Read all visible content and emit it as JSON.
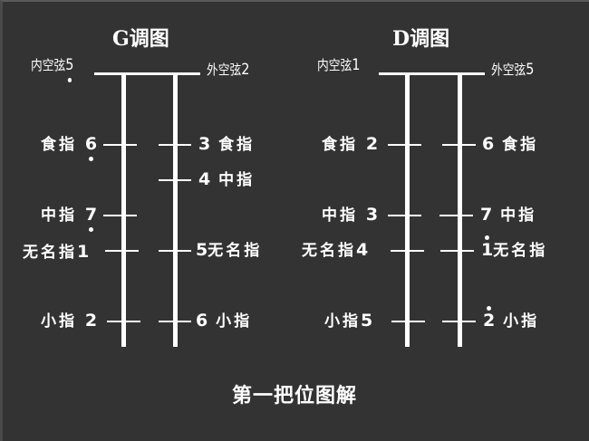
{
  "diagrams": {
    "g": {
      "title": "G调图",
      "open_inner": {
        "text": "内空弦",
        "num": "5",
        "dot": "below"
      },
      "open_outer": {
        "text": "外空弦",
        "num": "2"
      },
      "inner": [
        {
          "finger": "食指",
          "num": "6",
          "dot": "below"
        },
        {
          "finger": "中指",
          "num": "7",
          "dot": "below"
        },
        {
          "finger": "无名指",
          "num": "1"
        },
        {
          "finger": "小指",
          "num": "2"
        }
      ],
      "outer": [
        {
          "finger": "食指",
          "num": "3"
        },
        {
          "finger": "中指",
          "num": "4"
        },
        {
          "finger": "无名指",
          "num": "5"
        },
        {
          "finger": "小指",
          "num": "6"
        }
      ]
    },
    "d": {
      "title": "D调图",
      "open_inner": {
        "text": "内空弦",
        "num": "1"
      },
      "open_outer": {
        "text": "外空弦",
        "num": "5"
      },
      "inner": [
        {
          "finger": "食指",
          "num": "2"
        },
        {
          "finger": "中指",
          "num": "3"
        },
        {
          "finger": "无名指",
          "num": "4"
        },
        {
          "finger": "小指",
          "num": "5"
        }
      ],
      "outer": [
        {
          "finger": "食指",
          "num": "6"
        },
        {
          "finger": "中指",
          "num": "7"
        },
        {
          "finger": "无名指",
          "num": "1",
          "dot": "above"
        },
        {
          "finger": "小指",
          "num": "2",
          "dot": "above"
        }
      ]
    }
  },
  "caption": "第一把位图解",
  "colors": {
    "background": "#333333",
    "foreground": "#ffffff"
  }
}
